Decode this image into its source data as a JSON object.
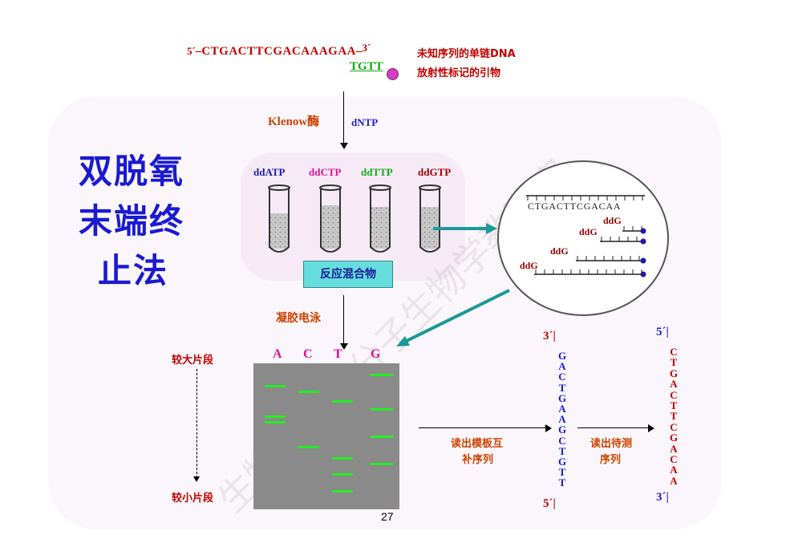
{
  "top": {
    "five_prime": "5´",
    "dash_left": "–",
    "sequence": "CTGACTTCGACAAAGAA",
    "dash_right": "–",
    "three_prime": "3´",
    "template_label": "未知序列的单链DNA",
    "primer": "TGTT",
    "primer_label": "放射性标记的引物"
  },
  "enzyme": {
    "klenow": "Klenow酶",
    "dntp": "dNTP"
  },
  "title": {
    "line1": "双脱氧",
    "line2": "末端终",
    "line3": "止法"
  },
  "tubes": [
    {
      "label": "ddATP",
      "color": "#1a1aa8"
    },
    {
      "label": "ddCTP",
      "color": "#e0109a"
    },
    {
      "label": "ddTTP",
      "color": "#11aa11"
    },
    {
      "label": "ddGTP",
      "color": "#990000"
    }
  ],
  "mixture": "反应混合物",
  "circle": {
    "sequence": "CTGACTTCGACAA",
    "fragments": [
      "ddG",
      "ddG",
      "ddG",
      "ddG"
    ]
  },
  "electrophoresis": "凝胶电泳",
  "lanes": [
    "A",
    "C",
    "T",
    "G"
  ],
  "size_large": "较大片段",
  "size_small": "较小片段",
  "read_complement": [
    "读出模板互",
    "补序列"
  ],
  "read_target": [
    "读出待测",
    "序列"
  ],
  "complement_seq": {
    "top": "3´",
    "bases": [
      "G",
      "A",
      "C",
      "T",
      "G",
      "A",
      "A",
      "G",
      "C",
      "T",
      "G",
      "T",
      "T"
    ],
    "bottom": "5´"
  },
  "target_seq": {
    "top": "5´",
    "bases": [
      "C",
      "T",
      "G",
      "A",
      "C",
      "T",
      "T",
      "C",
      "G",
      "A",
      "C",
      "A",
      "A"
    ],
    "bottom": "3´"
  },
  "page_number": "27",
  "watermark": "生物化学与分子生物学教研室",
  "colors": {
    "gel": "#8a8a8a",
    "band": "#22ee22",
    "arrow_teal": "#1a9999"
  }
}
